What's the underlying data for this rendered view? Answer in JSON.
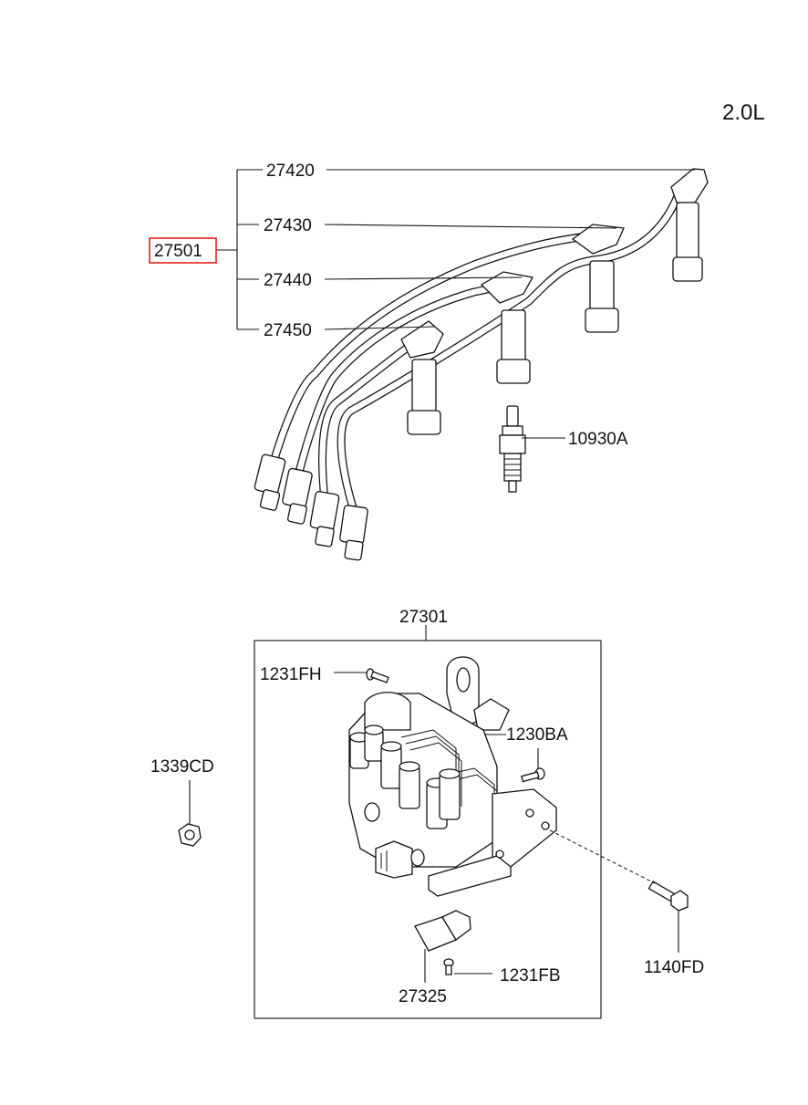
{
  "engine_label": "2.0L",
  "colors": {
    "highlight": "#e0201c",
    "ink": "#111111"
  },
  "parts": {
    "p27420": "27420",
    "p27430": "27430",
    "p27501": "27501",
    "p27440": "27440",
    "p27450": "27450",
    "p10930A": "10930A",
    "p27301": "27301",
    "p1231FH": "1231FH",
    "p1230BA": "1230BA",
    "p1339CD": "1339CD",
    "p1231FB": "1231FB",
    "p27325": "27325",
    "p1140FD": "1140FD"
  },
  "highlighted_part": "27501"
}
